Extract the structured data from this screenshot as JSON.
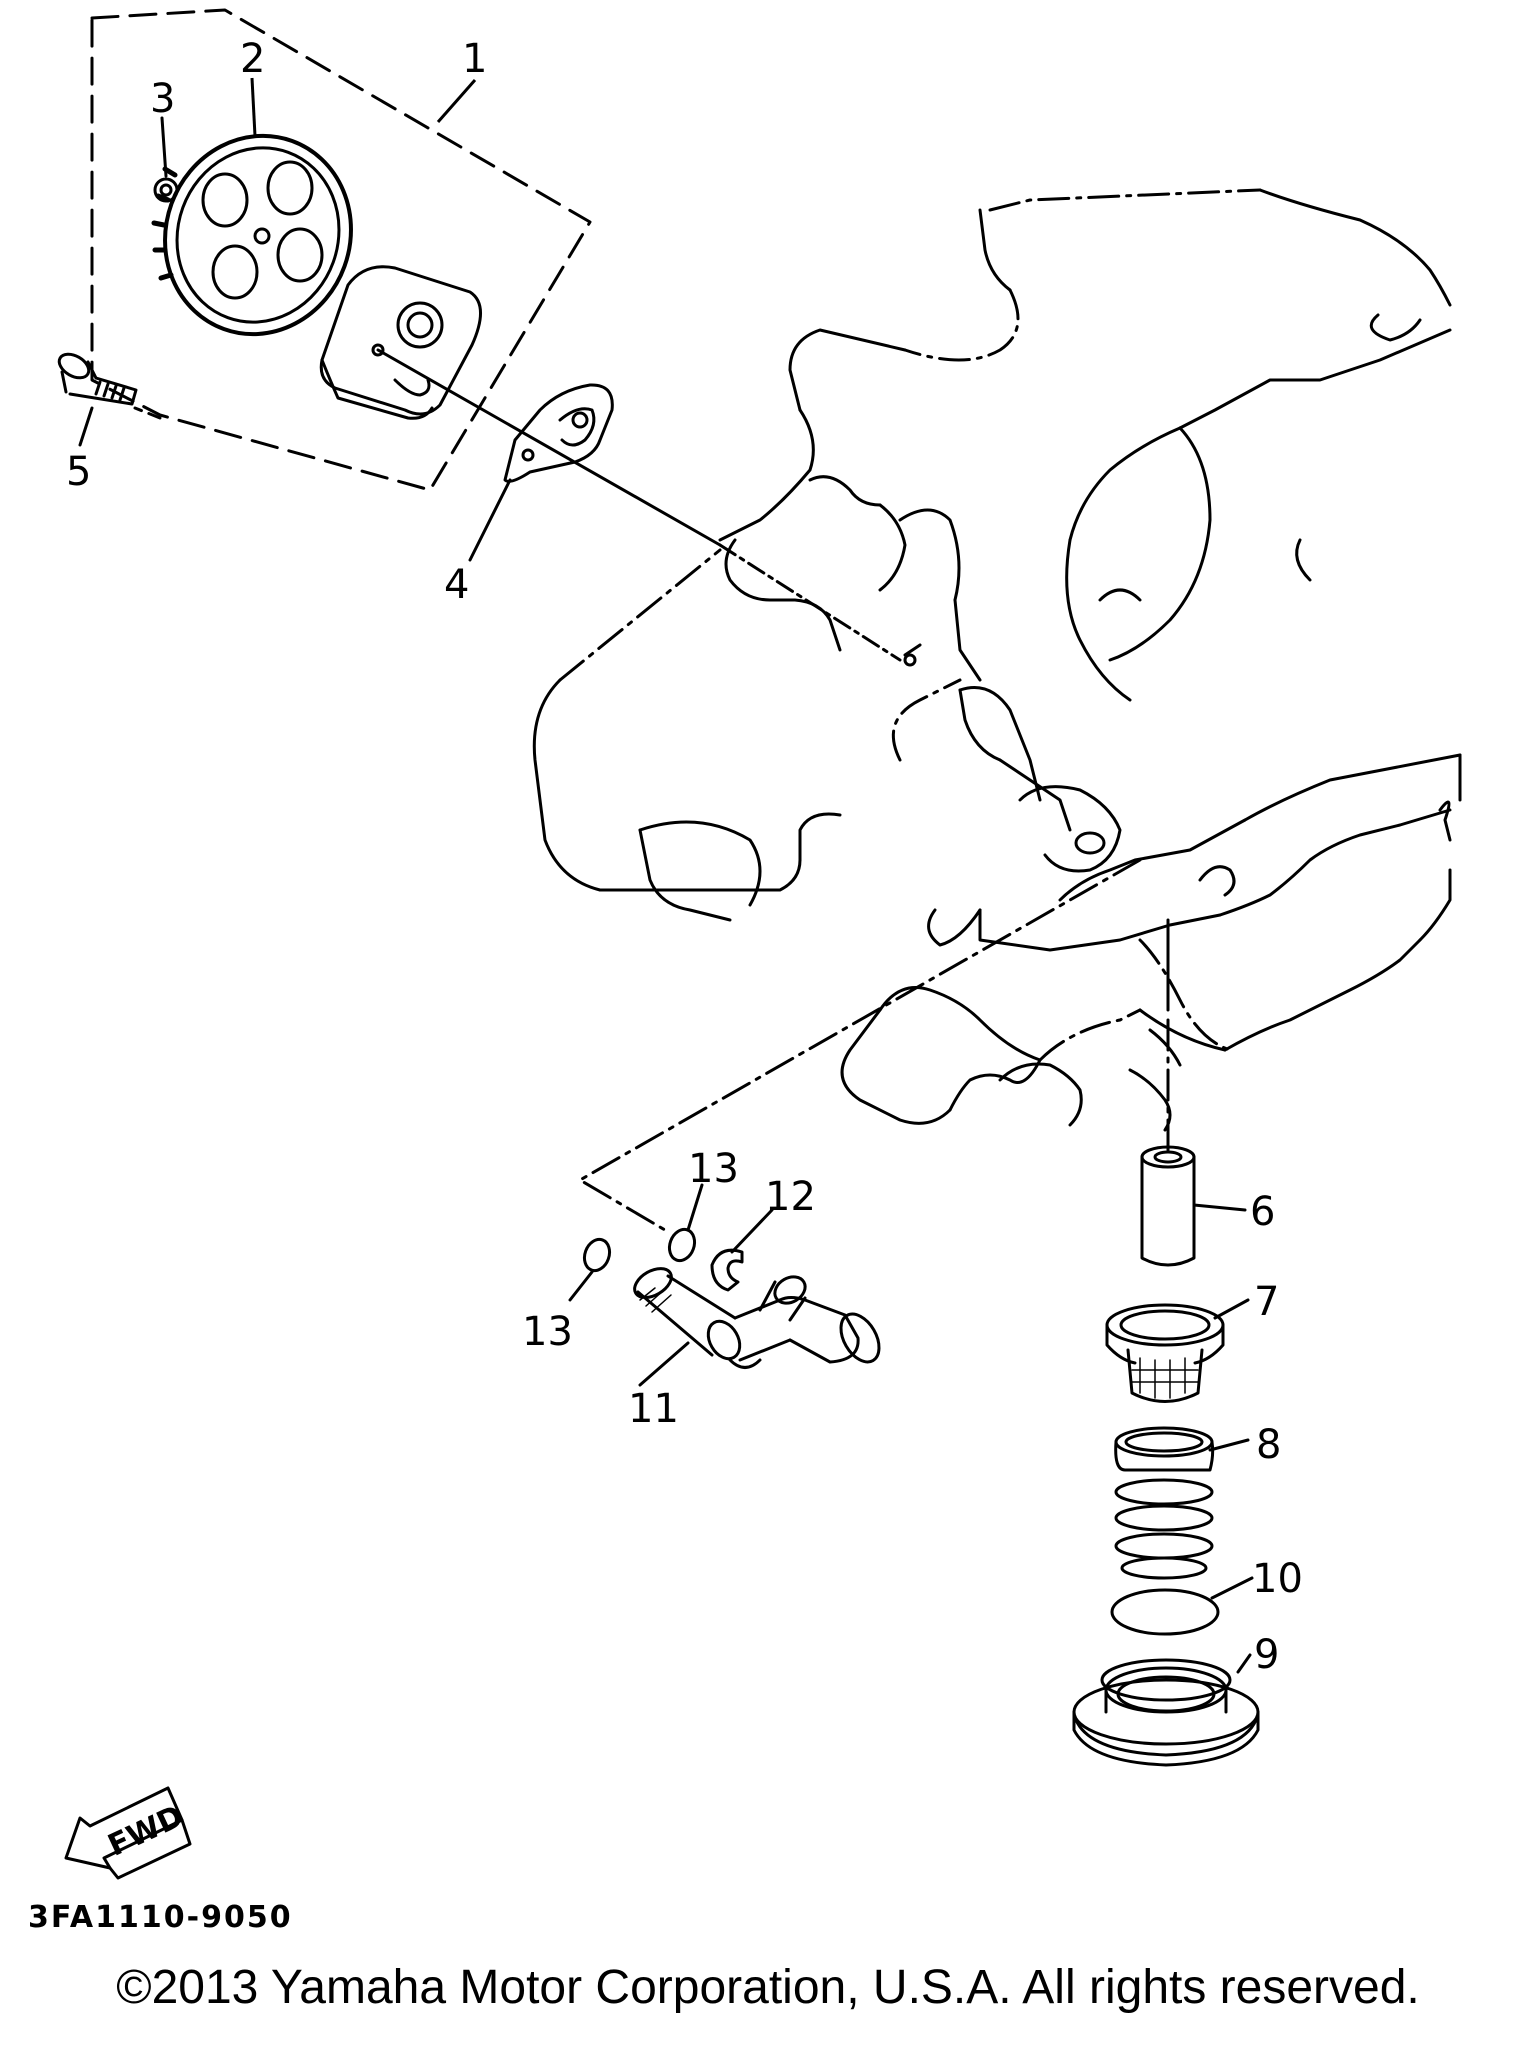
{
  "parts": [
    {
      "id": "1",
      "label": "1"
    },
    {
      "id": "2",
      "label": "2"
    },
    {
      "id": "3",
      "label": "3"
    },
    {
      "id": "4",
      "label": "4"
    },
    {
      "id": "5",
      "label": "5"
    },
    {
      "id": "6",
      "label": "6"
    },
    {
      "id": "7",
      "label": "7"
    },
    {
      "id": "8",
      "label": "8"
    },
    {
      "id": "9",
      "label": "9"
    },
    {
      "id": "10",
      "label": "10"
    },
    {
      "id": "11",
      "label": "11"
    },
    {
      "id": "12",
      "label": "12"
    },
    {
      "id": "13a",
      "label": "13"
    },
    {
      "id": "13b",
      "label": "13"
    }
  ],
  "fwd_label": "FWD",
  "diagram_code": "3FA1110-9050",
  "copyright": "©2013 Yamaha Motor Corporation, U.S.A. All rights reserved."
}
